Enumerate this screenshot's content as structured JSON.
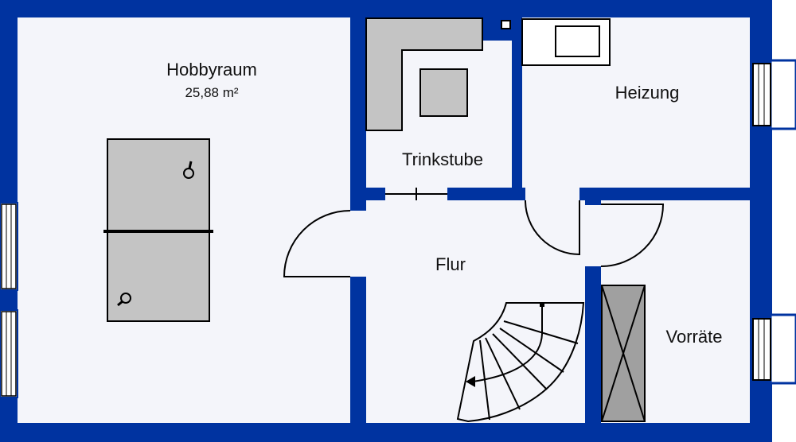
{
  "colors": {
    "wall": "#0033a0",
    "floor": "#f4f5fa",
    "furniture": "#c4c4c4",
    "shelf": "#a0a0a0"
  },
  "rooms": {
    "hobbyraum": {
      "name": "Hobbyraum",
      "area": "25,88 m²"
    },
    "trinkstube": {
      "name": "Trinkstube"
    },
    "heizung": {
      "name": "Heizung"
    },
    "flur": {
      "name": "Flur"
    },
    "vorraete": {
      "name": "Vorräte"
    }
  }
}
